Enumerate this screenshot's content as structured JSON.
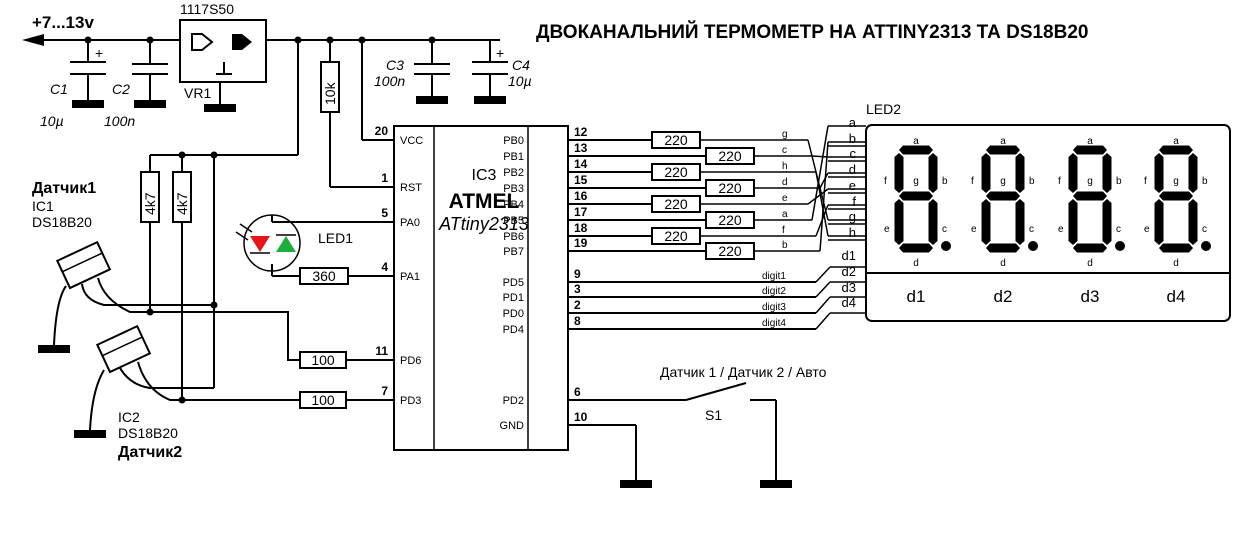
{
  "title": "ДВОКАНАЛЬНИЙ ТЕРМОМЕТР НА ATTINY2313 ТА DS18B20",
  "power": {
    "label": "+7...13v"
  },
  "regulator": {
    "part": "1117S50",
    "ref": "VR1"
  },
  "capacitors": [
    {
      "ref": "C1",
      "value": "10µ"
    },
    {
      "ref": "C2",
      "value": "100n"
    },
    {
      "ref": "C3",
      "value": "100n"
    },
    {
      "ref": "C4",
      "value": "10µ"
    }
  ],
  "resistors": {
    "pullup": "10k",
    "r4k7a": "4k7",
    "r4k7b": "4k7",
    "led": "360",
    "sens1": "100",
    "sens2": "100",
    "seg": [
      "220",
      "220",
      "220",
      "220",
      "220",
      "220",
      "220",
      "220"
    ]
  },
  "mcu": {
    "ref": "IC3",
    "brand": "ATMEL",
    "model": "ATtiny2313",
    "left_pins": [
      {
        "num": "20",
        "name": "VCC"
      },
      {
        "num": "1",
        "name": "RST"
      },
      {
        "num": "5",
        "name": "PA0"
      },
      {
        "num": "4",
        "name": "PA1"
      },
      {
        "num": "11",
        "name": "PD6"
      },
      {
        "num": "7",
        "name": "PD3"
      }
    ],
    "right_pins": [
      {
        "num": "12",
        "name": "PB0"
      },
      {
        "num": "13",
        "name": "PB1"
      },
      {
        "num": "14",
        "name": "PB2"
      },
      {
        "num": "15",
        "name": "PB3"
      },
      {
        "num": "16",
        "name": "PB4"
      },
      {
        "num": "17",
        "name": "PB5"
      },
      {
        "num": "18",
        "name": "PB6"
      },
      {
        "num": "19",
        "name": "PB7"
      },
      {
        "num": "9",
        "name": "PD5"
      },
      {
        "num": "3",
        "name": "PD1"
      },
      {
        "num": "2",
        "name": "PD0"
      },
      {
        "num": "8",
        "name": "PD4"
      },
      {
        "num": "6",
        "name": "PD2"
      },
      {
        "num": "10",
        "name": "GND"
      }
    ]
  },
  "seg_nets": [
    "g",
    "c",
    "h",
    "d",
    "e",
    "a",
    "f",
    "b"
  ],
  "digit_nets": [
    "digit1",
    "digit2",
    "digit3",
    "digit4"
  ],
  "led1": {
    "ref": "LED1"
  },
  "display": {
    "ref": "LED2",
    "pins": [
      "a",
      "b",
      "c",
      "d",
      "e",
      "f",
      "g",
      "h",
      "d1",
      "d2",
      "d3",
      "d4"
    ],
    "digit_labels": [
      "d1",
      "d2",
      "d3",
      "d4"
    ],
    "seg_letters": {
      "a": "a",
      "b": "b",
      "c": "c",
      "d": "d",
      "e": "e",
      "f": "f",
      "g": "g"
    }
  },
  "sensor1": {
    "name": "Датчик1",
    "ref": "IC1",
    "part": "DS18B20"
  },
  "sensor2": {
    "name": "Датчик2",
    "ref": "IC2",
    "part": "DS18B20"
  },
  "switch": {
    "label": "Датчик 1 / Датчик 2 / Авто",
    "ref": "S1"
  },
  "colors": {
    "led_red": "#e8141c",
    "led_green": "#1fae3c"
  }
}
